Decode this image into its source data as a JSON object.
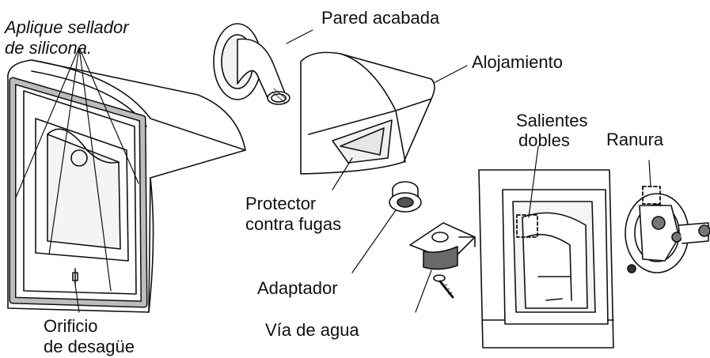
{
  "labels": {
    "sealant_line1": "Aplique sellador",
    "sealant_line2": "de silicona.",
    "finished_wall": "Pared acabada",
    "housing": "Alojamiento",
    "double_tabs_line1": "Salientes",
    "double_tabs_line2": "dobles",
    "slot": "Ranura",
    "leak_guard_line1": "Protector",
    "leak_guard_line2": "contra fugas",
    "adapter": "Adaptador",
    "waterway": "Vía de agua",
    "drain_line1": "Orificio",
    "drain_line2": "de desagüe"
  },
  "colors": {
    "line": "#111111",
    "gasket_fill": "#bdbdbd",
    "shade": "#e6e6e6"
  }
}
